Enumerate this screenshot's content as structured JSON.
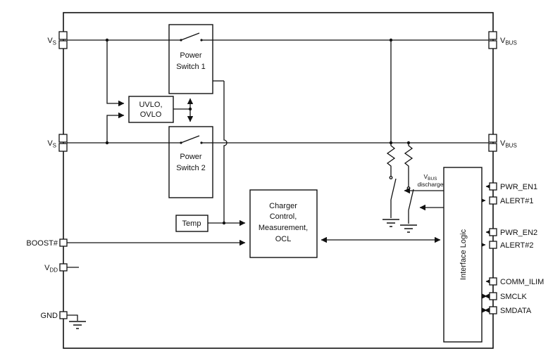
{
  "colors": {
    "ink": "#111111",
    "background": "#ffffff"
  },
  "blocks": {
    "power_switch_1": [
      "Power",
      "Switch 1"
    ],
    "power_switch_2": [
      "Power",
      "Switch 2"
    ],
    "uvlo_ovlo": [
      "UVLO,",
      "OVLO"
    ],
    "temp": "Temp",
    "charger_control": [
      "Charger",
      "Control,",
      "Measurement,",
      "OCL"
    ],
    "interface_logic": "Interface Logic"
  },
  "pins": {
    "left": [
      {
        "id": "vs1",
        "base": "V",
        "sub": "S"
      },
      {
        "id": "vs2",
        "base": "V",
        "sub": "S"
      },
      {
        "id": "boost",
        "label": "BOOST#"
      },
      {
        "id": "vdd",
        "base": "V",
        "sub": "DD"
      },
      {
        "id": "gnd",
        "label": "GND"
      }
    ],
    "right": [
      {
        "id": "vbus1",
        "base": "V",
        "sub": "BUS"
      },
      {
        "id": "vbus2",
        "base": "V",
        "sub": "BUS"
      },
      {
        "id": "pwr_en1",
        "label": "PWR_EN1"
      },
      {
        "id": "alert1",
        "label": "ALERT#1"
      },
      {
        "id": "pwr_en2",
        "label": "PWR_EN2"
      },
      {
        "id": "alert2",
        "label": "ALERT#2"
      },
      {
        "id": "comm_ilim",
        "label": "COMM_ILIM"
      },
      {
        "id": "smclk",
        "label": "SMCLK"
      },
      {
        "id": "smdata",
        "label": "SMDATA"
      }
    ]
  },
  "annotations": {
    "vbus_discharge": {
      "base": "V",
      "sub": "BUS",
      "word": "discharge"
    }
  }
}
